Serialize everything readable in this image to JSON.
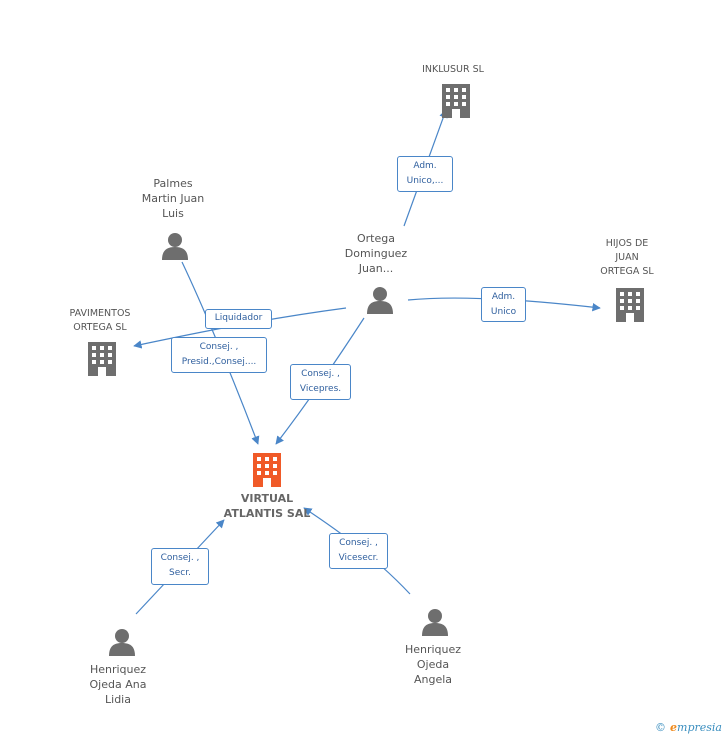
{
  "nodes": {
    "inklusur": {
      "lines": [
        "INKLUSUR SL"
      ],
      "kind": "company",
      "icon": "building-icon"
    },
    "hijos": {
      "lines": [
        "HIJOS DE",
        "JUAN",
        "ORTEGA SL"
      ],
      "kind": "company",
      "icon": "building-icon"
    },
    "pavimentos": {
      "lines": [
        "PAVIMENTOS",
        "ORTEGA SL"
      ],
      "kind": "company",
      "icon": "building-icon"
    },
    "virtual": {
      "lines": [
        "VIRTUAL",
        "ATLANTIS SAL"
      ],
      "kind": "focus-company",
      "icon": "building-icon"
    },
    "palmes": {
      "lines": [
        "Palmes",
        "Martin Juan",
        "Luis"
      ],
      "kind": "person",
      "icon": "person-icon"
    },
    "ortega": {
      "lines": [
        "Ortega",
        "Dominguez",
        "Juan..."
      ],
      "kind": "person",
      "icon": "person-icon"
    },
    "ana": {
      "lines": [
        "Henriquez",
        "Ojeda Ana",
        "Lidia"
      ],
      "kind": "person",
      "icon": "person-icon"
    },
    "angela": {
      "lines": [
        "Henriquez",
        "Ojeda",
        "Angela"
      ],
      "kind": "person",
      "icon": "person-icon"
    }
  },
  "edges": {
    "ortega_inklusur": {
      "from": "ortega",
      "to": "inklusur",
      "lines": [
        "Adm.",
        "Unico,..."
      ]
    },
    "ortega_hijos": {
      "from": "ortega",
      "to": "hijos",
      "lines": [
        "Adm.",
        "Unico"
      ]
    },
    "ortega_pavimentos": {
      "from": "ortega",
      "to": "pavimentos",
      "lines": [
        "Liquidador"
      ]
    },
    "palmes_virtual": {
      "from": "palmes",
      "to": "virtual",
      "lines": [
        "Consej. ,",
        "Presid.,Consej...."
      ]
    },
    "ortega_virtual": {
      "from": "ortega",
      "to": "virtual",
      "lines": [
        "Consej. ,",
        "Vicepres."
      ]
    },
    "ana_virtual": {
      "from": "ana",
      "to": "virtual",
      "lines": [
        "Consej. ,",
        "Secr."
      ]
    },
    "angela_virtual": {
      "from": "angela",
      "to": "virtual",
      "lines": [
        "Consej. ,",
        "Vicesecr."
      ]
    }
  },
  "colors": {
    "edge": "#4a86c8",
    "icon_gray": "#6e6e6e",
    "focus_orange": "#f05a28"
  },
  "footer": {
    "copyright": "©",
    "brand_first": "e",
    "brand_rest": "mpresia"
  }
}
